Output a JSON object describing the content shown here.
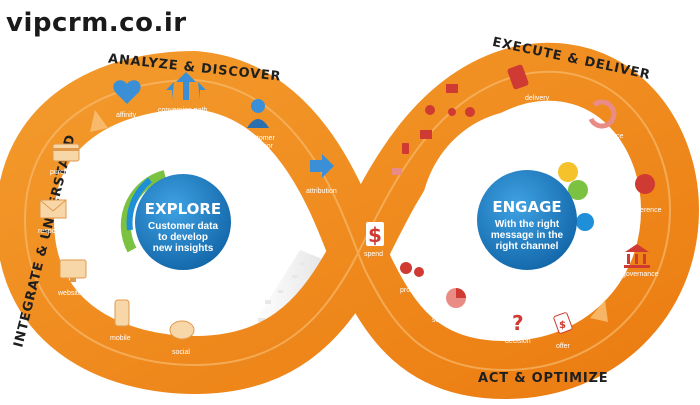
{
  "watermark": "vipcrm.co.ir",
  "titles": {
    "analyze": "ANALYZE & DISCOVER",
    "execute": "EXECUTE & DELIVER",
    "integrate": "INTEGRATE & UNDERSTAND",
    "act": "ACT & OPTIMIZE"
  },
  "explore": {
    "title": "EXPLORE",
    "line1": "Customer data",
    "line2": "to develop",
    "line3": "new insights"
  },
  "engage": {
    "title": "ENGAGE",
    "line1": "With the right",
    "line2": "message in the",
    "line3": "right channel"
  },
  "nodes": {
    "affinity": "affinity",
    "conversion_path": "conversion path",
    "customer_behavior_1": "customer",
    "customer_behavior_2": "behavior",
    "attribution": "attribution",
    "purchase": "purchase",
    "response": "response",
    "website": "website",
    "mobile": "mobile",
    "social": "social",
    "spend": "spend",
    "process": "process",
    "segmentation": "segmentation",
    "decision": "decision",
    "offer": "offer",
    "delivery": "delivery",
    "compliance": "compliance",
    "preference": "preference",
    "governance": "governance"
  },
  "colors": {
    "band": "#f08a1e",
    "band_light": "#f6b15c",
    "hub_blue": "#1a7fc4",
    "icon_red": "#cf3a33",
    "icon_blue": "#3b8fd6"
  }
}
